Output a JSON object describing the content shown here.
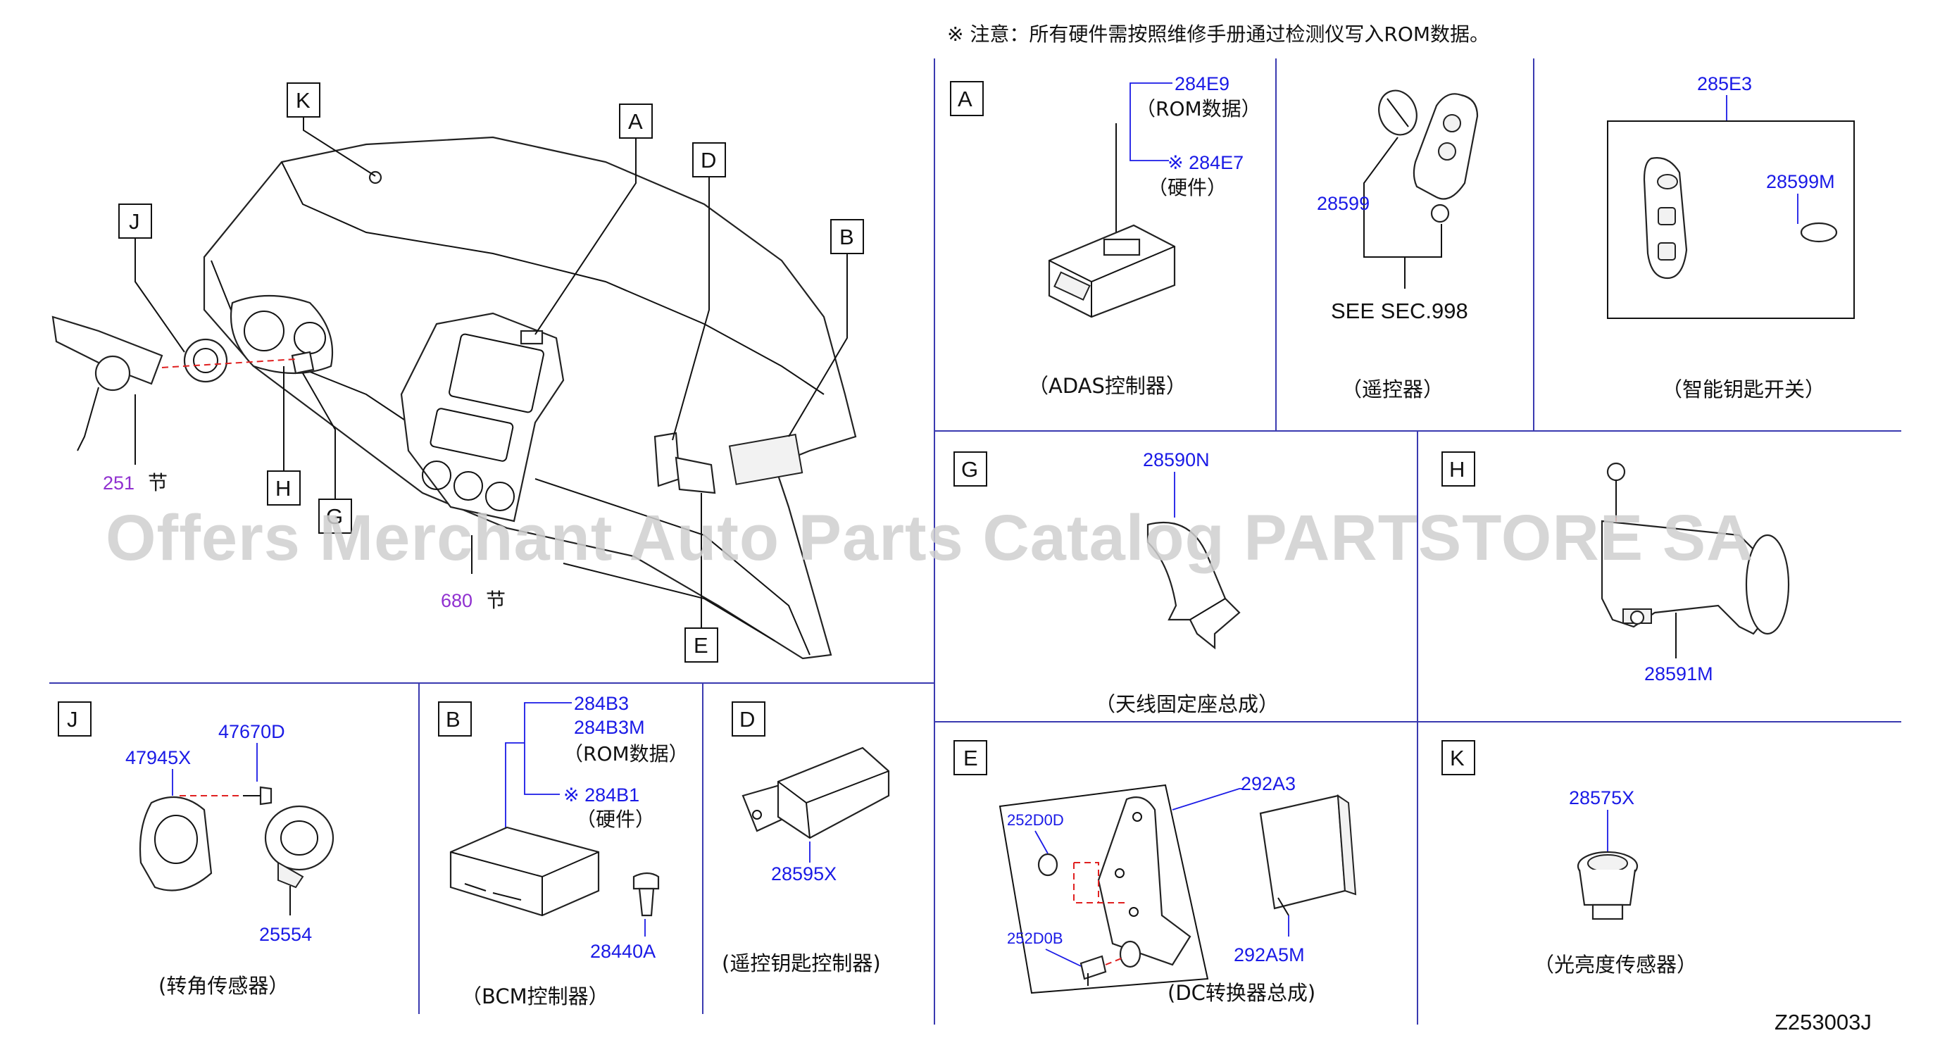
{
  "header_note": "※ 注意：所有硬件需按照维修手册通过检测仪写入ROM数据。",
  "drawing_code": "Z253003J",
  "watermark": "Offers Merchant Auto Parts Catalog PARTSTORE SA",
  "overview": {
    "callouts": [
      "K",
      "J",
      "A",
      "D",
      "B",
      "H",
      "G",
      "E"
    ],
    "refs": [
      {
        "num": "251",
        "unit": "节"
      },
      {
        "num": "680",
        "unit": "节"
      }
    ]
  },
  "panels": {
    "A": {
      "letter": "A",
      "parts": {
        "p1": "284E9",
        "p1_note": "（ROM数据）",
        "p2": "※ 284E7",
        "p2_note": "（硬件）"
      },
      "caption": "（ADAS控制器）"
    },
    "remote": {
      "part": "28599",
      "see": "SEE   SEC.998",
      "caption": "（遥控器）"
    },
    "smartkey": {
      "part1": "285E3",
      "part2": "28599M",
      "caption": "（智能钥匙开关）"
    },
    "G": {
      "letter": "G",
      "part": "28590N",
      "caption": "（天线固定座总成）"
    },
    "H": {
      "letter": "H",
      "part": "28591M"
    },
    "J": {
      "letter": "J",
      "parts": [
        "47670D",
        "47945X",
        "25554"
      ],
      "caption": "(转角传感器）"
    },
    "B": {
      "letter": "B",
      "parts": {
        "p1": "284B3",
        "p2": "284B3M",
        "p2_note": "（ROM数据）",
        "p3": "※ 284B1",
        "p3_note": "（硬件）",
        "p4": "28440A"
      },
      "caption": "（BCM控制器）"
    },
    "D": {
      "letter": "D",
      "part": "28595X",
      "caption": "(遥控钥匙控制器)"
    },
    "E": {
      "letter": "E",
      "parts": [
        "292A3",
        "252D0D",
        "252D0B",
        "292A5M"
      ],
      "caption": "(DC转换器总成)"
    },
    "K": {
      "letter": "K",
      "part": "28575X",
      "caption": "（光亮度传感器）"
    }
  }
}
